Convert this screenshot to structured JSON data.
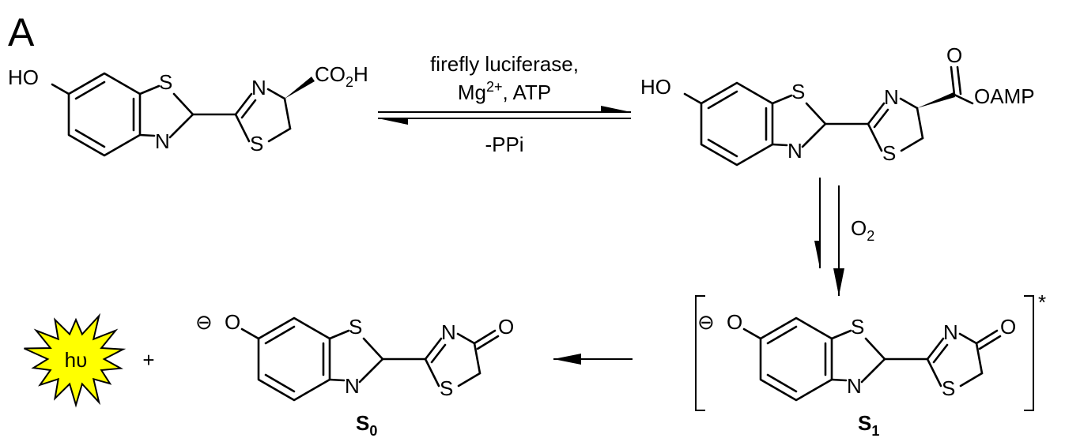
{
  "panel_label": "A",
  "molecules": {
    "luciferin": {
      "left_group": "HO",
      "right_group": "CO",
      "right_group_sub": "2",
      "right_group_tail": "H",
      "atoms": {
        "s1": "S",
        "n1": "N",
        "n2": "N",
        "s2": "S"
      }
    },
    "adenylate": {
      "left_group": "HO",
      "carbonyl_o": "O",
      "ester": "OAMP",
      "atoms": {
        "s1": "S",
        "n1": "N",
        "n2": "N",
        "s2": "S"
      }
    },
    "oxyluciferin_s1": {
      "charge": "⊖",
      "left_group": "O",
      "carbonyl_o": "O",
      "atoms": {
        "s1": "S",
        "n1": "N",
        "n2": "N",
        "s2": "S"
      },
      "label_main": "S",
      "label_sub": "1",
      "excited_mark": "*"
    },
    "oxyluciferin_s0": {
      "charge": "⊖",
      "left_group": "O",
      "carbonyl_o": "O",
      "atoms": {
        "s1": "S",
        "n1": "N",
        "n2": "N",
        "s2": "S"
      },
      "label_main": "S",
      "label_sub": "0"
    }
  },
  "reaction1": {
    "line1": "firefly luciferase,",
    "line2_a": "Mg",
    "line2_sup": "2+",
    "line2_b": ",  ATP",
    "below": "-PPi"
  },
  "reaction2": {
    "reagent": "O",
    "reagent_sub": "2"
  },
  "photon": {
    "label": "hυ",
    "plus": "+",
    "fill": "#ffff00"
  }
}
